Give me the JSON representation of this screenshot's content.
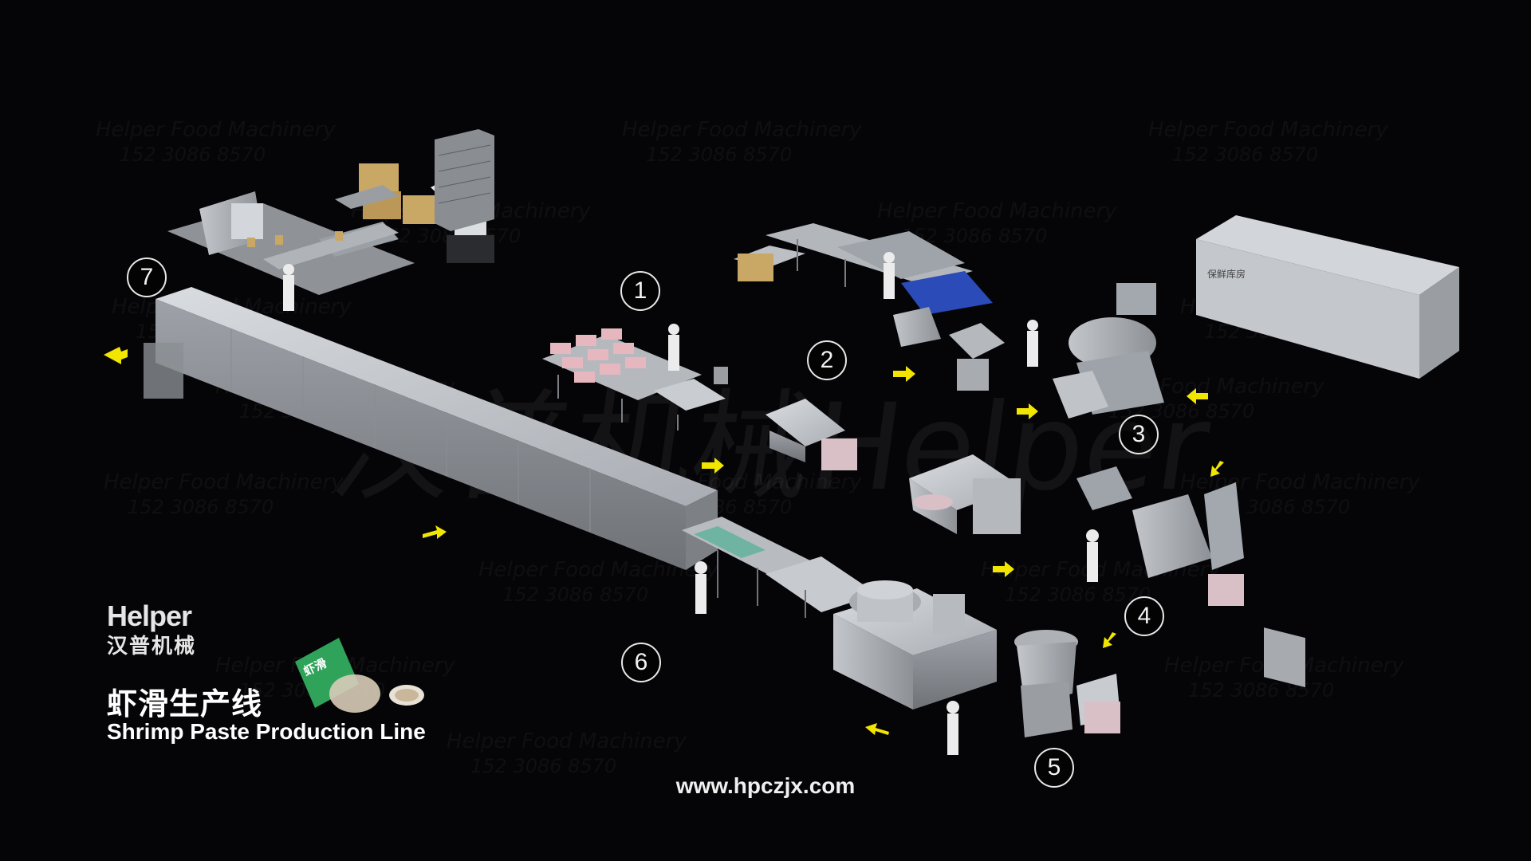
{
  "brand": {
    "name_en": "Helper",
    "name_cn": "汉普机械"
  },
  "title": {
    "cn": "虾滑生产线",
    "en": "Shrimp Paste Production Line"
  },
  "website": "www.hpczjx.com",
  "storage_room_label": "保鲜库房",
  "package_badge": "虾滑",
  "big_watermark": "汉普机械Helper",
  "watermark": {
    "company": "Helper Food Machinery",
    "phone": "152 3086 8570"
  },
  "steps": [
    "1",
    "2",
    "3",
    "4",
    "5",
    "6",
    "7"
  ],
  "colors": {
    "background": "#050507",
    "steel": "#b9bdc2",
    "arrow": "#f2e600",
    "conveyor_blue": "#2a4bb8",
    "carton": "#c9a765"
  }
}
